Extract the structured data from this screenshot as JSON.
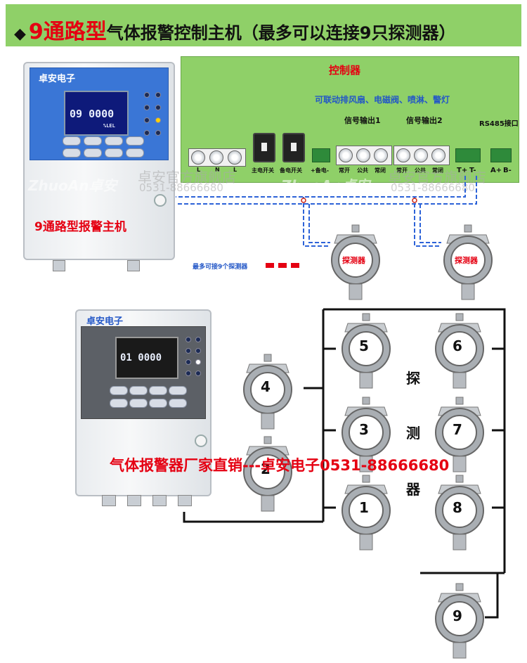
{
  "header": {
    "diamond": "◆",
    "red": "9通路型",
    "rest": "气体报警控制主机（最多可以连接9只探测器）"
  },
  "top_unit": {
    "brand": "卓安电子",
    "caption": "9通路型报警主机",
    "lcd_main": "09 0000",
    "unit_label": "%LEL"
  },
  "controller": {
    "title": "控制器",
    "subtitle": "可联动排风扇、电磁阀、喷淋、警灯",
    "out1": "信号输出1",
    "out2": "信号输出2",
    "rs485": "RS485接口",
    "labels": [
      "L",
      "N",
      "L",
      "主电开关",
      "备电开关",
      "+备电-",
      "常开",
      "公共",
      "常闭",
      "常开",
      "公共",
      "常闭",
      "T+",
      "T-",
      "A+",
      "B-"
    ]
  },
  "detectors_note": "最多可接9个探测器",
  "detector_label": "探测器",
  "watermarks": [
    "ZhuoAn卓安",
    "卓安官方旗舰店",
    "0531-88666680"
  ],
  "bottom_unit": {
    "brand": "卓安电子",
    "lcd_main": "01 0000"
  },
  "detector_numbers": [
    "1",
    "2",
    "3",
    "4",
    "5",
    "6",
    "7",
    "8",
    "9"
  ],
  "side_label": [
    "探",
    "测",
    "器"
  ],
  "slogan": "气体报警器厂家直销---卓安电子0531-88666680"
}
